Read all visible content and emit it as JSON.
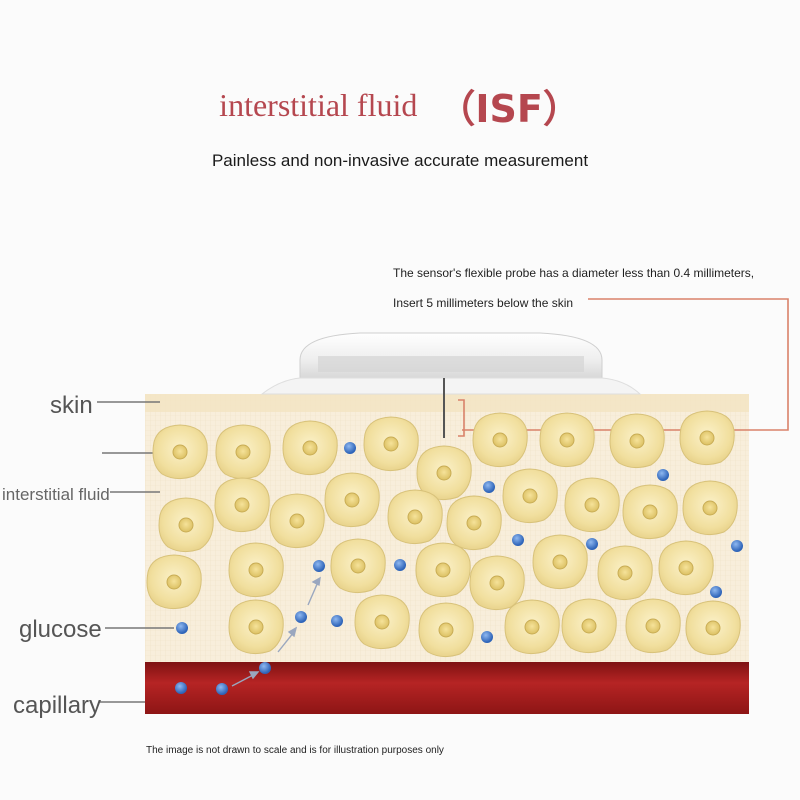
{
  "title": {
    "main": "interstitial fluid",
    "abbr": "（ISF）"
  },
  "subtitle": "Painless and non-invasive accurate measurement",
  "sensor_note": {
    "line1": "The sensor's flexible probe has a diameter less than 0.4 millimeters,",
    "line2": "Insert 5 millimeters below the skin"
  },
  "labels": {
    "skin": "skin",
    "interstitial_fluid": "interstitial fluid",
    "glucose": "glucose",
    "capillary": "capillary"
  },
  "footer": "The image is not drawn to scale and is for illustration purposes only",
  "colors": {
    "title": "#b5474f",
    "callout_line": "#d9826a",
    "cell_fill": "#f3e2a8",
    "tissue_bg": "#f7ecd6",
    "capillary": "#a91f1f",
    "glucose": "#3a76c9"
  }
}
